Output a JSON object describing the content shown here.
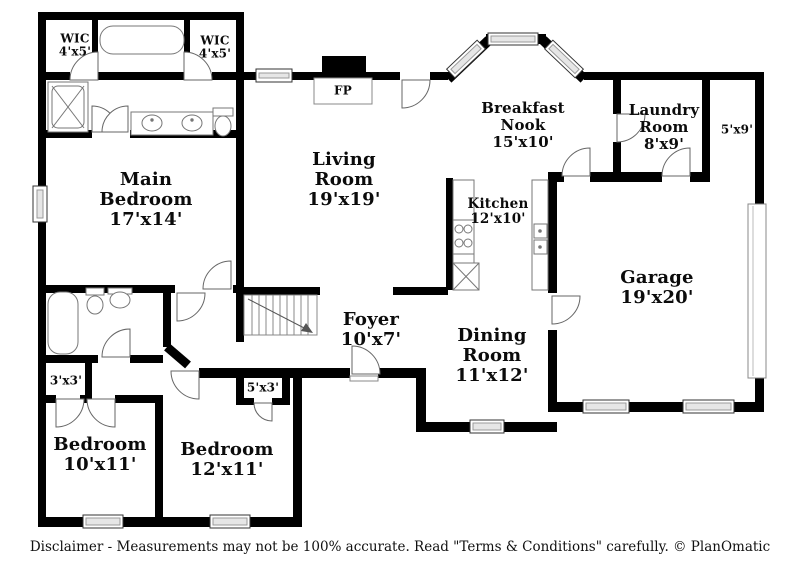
{
  "floorplan": {
    "rooms": [
      {
        "id": "wic-left",
        "name": "WIC",
        "dims": "4'x5'"
      },
      {
        "id": "wic-right",
        "name": "WIC",
        "dims": "4'x5'"
      },
      {
        "id": "main-bedroom",
        "name": "Main\nBedroom",
        "dims": "17'x14'"
      },
      {
        "id": "living-room",
        "name": "Living\nRoom",
        "dims": "19'x19'"
      },
      {
        "id": "breakfast-nook",
        "name": "Breakfast\nNook",
        "dims": "15'x10'"
      },
      {
        "id": "laundry-room",
        "name": "Laundry\nRoom",
        "dims": "8'x9'"
      },
      {
        "id": "storage-5x9",
        "name": "",
        "dims": "5'x9'"
      },
      {
        "id": "kitchen",
        "name": "Kitchen",
        "dims": "12'x10'"
      },
      {
        "id": "garage",
        "name": "Garage",
        "dims": "19'x20'"
      },
      {
        "id": "foyer",
        "name": "Foyer",
        "dims": "10'x7'"
      },
      {
        "id": "dining-room",
        "name": "Dining\nRoom",
        "dims": "11'x12'"
      },
      {
        "id": "bedroom-1",
        "name": "Bedroom",
        "dims": "10'x11'"
      },
      {
        "id": "bedroom-2",
        "name": "Bedroom",
        "dims": "12'x11'"
      },
      {
        "id": "closet-3x3",
        "name": "",
        "dims": "3'x3'"
      },
      {
        "id": "closet-5x3",
        "name": "",
        "dims": "5'x3'"
      },
      {
        "id": "fireplace",
        "name": "FP",
        "dims": ""
      }
    ],
    "colors": {
      "wall": "#000000",
      "fixture": "#777777",
      "window_fill": "#e6e6e6"
    },
    "disclaimer": "Disclaimer - Measurements may not be 100% accurate. Read \"Terms & Conditions\" carefully. © PlanOmatic"
  }
}
